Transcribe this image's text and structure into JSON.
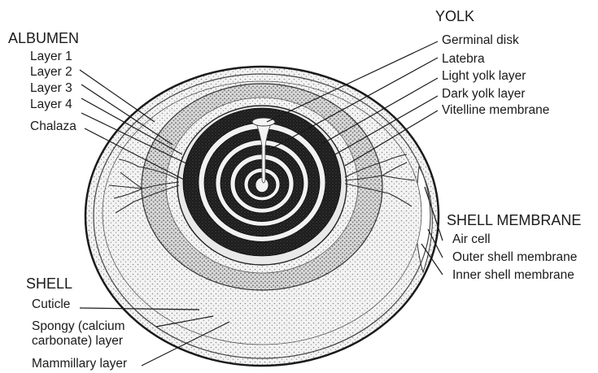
{
  "labels": {
    "albumen": {
      "heading": "ALBUMEN",
      "items": [
        "Layer 1",
        "Layer 2",
        "Layer 3",
        "Layer 4",
        "Chalaza"
      ]
    },
    "yolk": {
      "heading": "YOLK",
      "items": [
        "Germinal disk",
        "Latebra",
        "Light yolk layer",
        "Dark yolk layer",
        "Vitelline membrane"
      ]
    },
    "shell_membrane": {
      "heading": "SHELL MEMBRANE",
      "items": [
        "Air cell",
        "Outer shell membrane",
        "Inner shell membrane"
      ]
    },
    "shell": {
      "heading": "SHELL",
      "items": [
        "Cuticle",
        "Spongy (calcium carbonate) layer",
        "Mammillary layer"
      ]
    }
  },
  "colors": {
    "ink": "#1a1a1a",
    "dark_yolk": "#1c1c1c",
    "light_yolk": "#f2f2f2",
    "albumen_dense": "#c9c9c9",
    "albumen_light": "#e6e6e6",
    "shell": "#d9d9d9"
  }
}
